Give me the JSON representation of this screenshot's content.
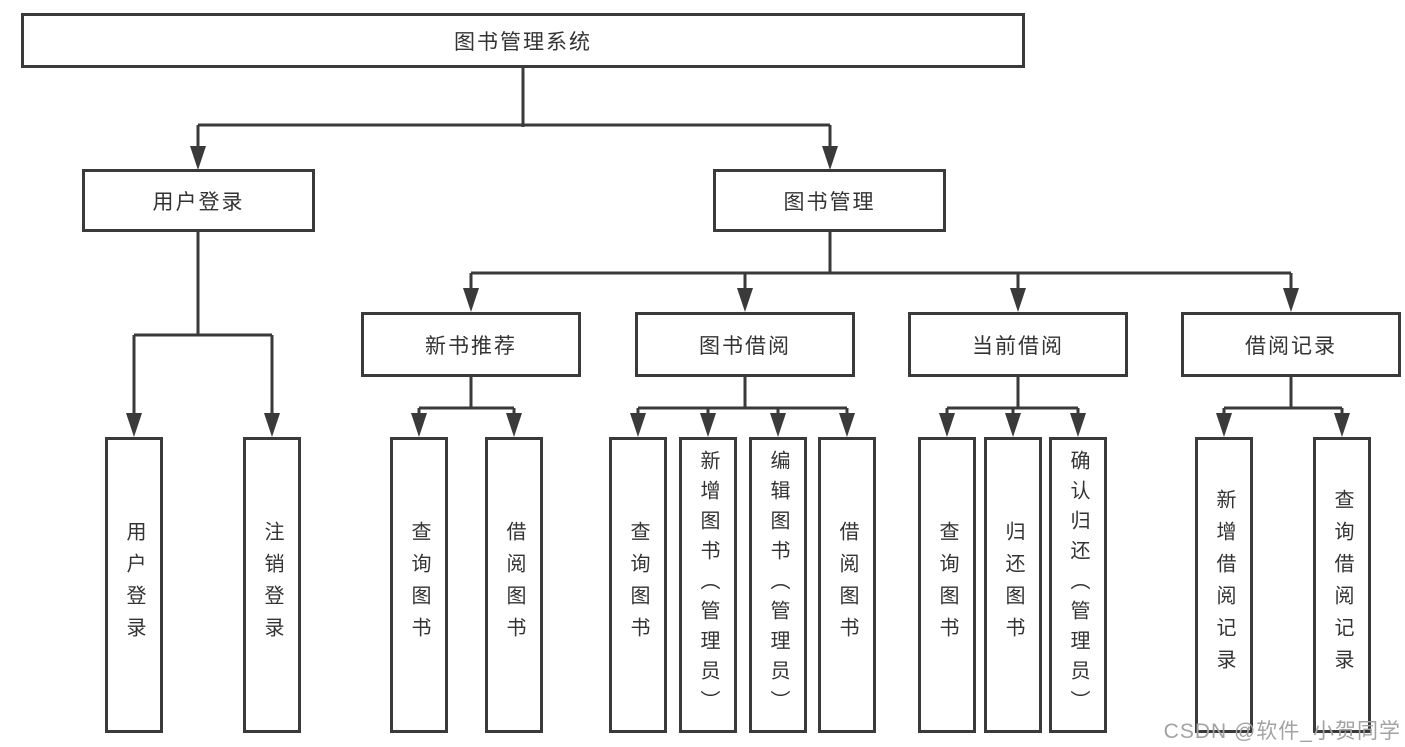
{
  "diagram": {
    "root": {
      "label": "图书管理系统"
    },
    "branches": [
      {
        "label": "用户登录",
        "children": [
          {
            "label": "用户登录"
          },
          {
            "label": "注销登录"
          }
        ]
      },
      {
        "label": "图书管理",
        "children": [
          {
            "label": "新书推荐",
            "children": [
              {
                "label": "查询图书"
              },
              {
                "label": "借阅图书"
              }
            ]
          },
          {
            "label": "图书借阅",
            "children": [
              {
                "label": "查询图书"
              },
              {
                "label": "新增图书（管理员）"
              },
              {
                "label": "编辑图书（管理员）"
              },
              {
                "label": "借阅图书"
              }
            ]
          },
          {
            "label": "当前借阅",
            "children": [
              {
                "label": "查询图书"
              },
              {
                "label": "归还图书"
              },
              {
                "label": "确认归还（管理员）"
              }
            ]
          },
          {
            "label": "借阅记录",
            "children": [
              {
                "label": "新增借阅记录"
              },
              {
                "label": "查询借阅记录"
              }
            ]
          }
        ]
      }
    ]
  },
  "colors": {
    "line": "#3a3a3a",
    "text": "#333333",
    "watermark": "#a3a3a3",
    "background": "#ffffff"
  },
  "watermark": {
    "text": "CSDN @软件_小贺同学"
  }
}
